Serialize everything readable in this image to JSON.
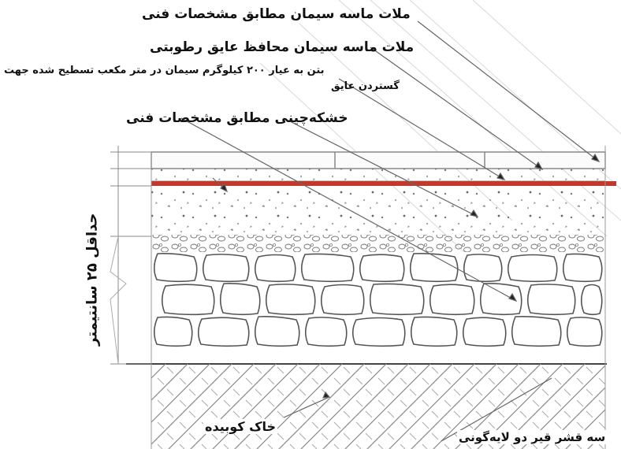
{
  "labels": {
    "mortar_top": "ملات ماسه سیمان مطابق مشخصات فنی",
    "mortar_protective": "ملات ماسه سیمان محافظ عایق رطوبتی",
    "concrete_line1": "بتن به عیار ۲۰۰ کیلوگرم سیمان در متر مکعب تسطیح شده جهت",
    "concrete_line2": "گستردن عایق",
    "dry_stone": "خشکه‌چینی مطابق مشخصات فنی",
    "min_depth": "حداقل ۲۵ سانتیمتر",
    "compacted_soil": "خاک کوبیده",
    "bitumen": "سه قشر قیر دو لایه‌گونی"
  },
  "colors": {
    "ink": "#1a1a1a",
    "line": "#9a9a9a",
    "insulation": "#c0392b"
  }
}
